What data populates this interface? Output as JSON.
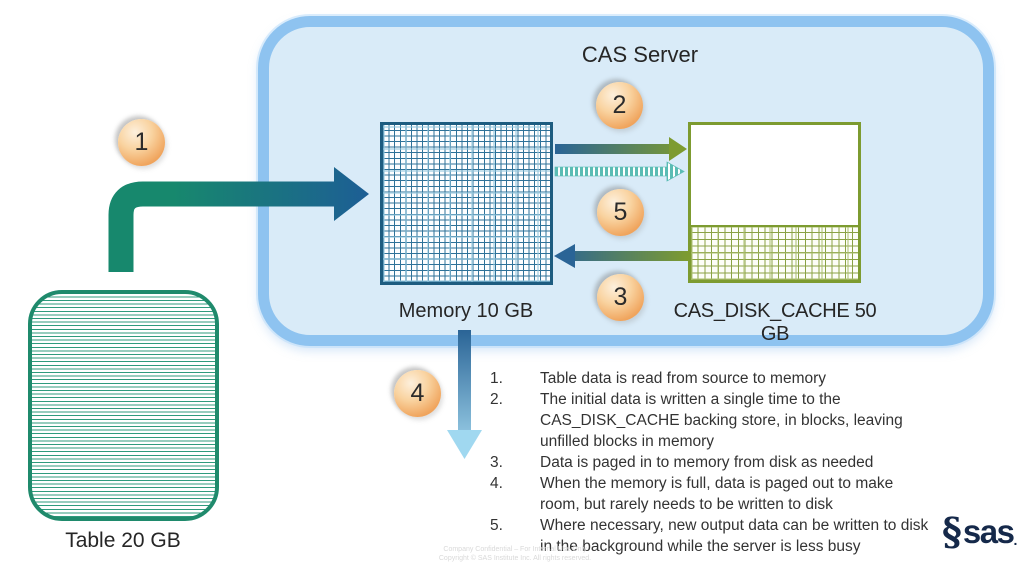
{
  "cas_server": {
    "title": "CAS Server"
  },
  "memory": {
    "label": "Memory 10 GB"
  },
  "disk_cache": {
    "label": "CAS_DISK_CACHE 50 GB"
  },
  "source_table": {
    "label": "Table 20 GB"
  },
  "badges": [
    "1",
    "2",
    "3",
    "4",
    "5"
  ],
  "notes": {
    "items": [
      {
        "num": "1.",
        "text": "Table data is read from source to memory"
      },
      {
        "num": "2.",
        "text": "The initial data is written a single time to the\nCAS_DISK_CACHE backing store, in blocks, leaving\nunfilled blocks in memory"
      },
      {
        "num": "3.",
        "text": "Data is paged in to memory from disk as needed"
      },
      {
        "num": "4.",
        "text": "When the memory is full, data is paged out to make\nroom, but rarely needs to be written to disk"
      },
      {
        "num": "5.",
        "text": "Where necessary, new output data can be written to disk\nin the background while the server is less busy"
      }
    ]
  },
  "footer": {
    "confidential_line1": "Company Confidential – For Internal Use Only",
    "confidential_line2": "Copyright © SAS Institute Inc. All rights reserved.",
    "logo_swirl": "§",
    "logo_text": "sas",
    "logo_dot": "."
  },
  "colors": {
    "container_fill": "#d9ebf8",
    "container_border": "#8ec3f0",
    "memory_border": "#1d5c80",
    "cache_border": "#7d9b30",
    "table_border": "#1f8a6c",
    "badge_orange": "#ee9b52",
    "arrow_teal": "#17886d",
    "arrow_blue": "#2a6496",
    "arrow_olive": "#7d9b30",
    "arrow_light_blue": "#a0d8f0",
    "stripe_teal": "#5bbcb4",
    "logo_navy": "#15294a"
  }
}
